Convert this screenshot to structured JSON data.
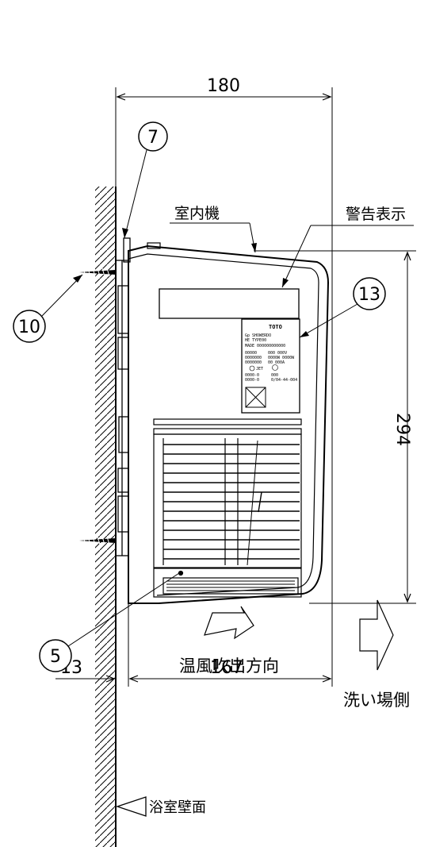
{
  "dimensions": {
    "total_depth": "180",
    "body_depth": "167",
    "wall_offset": "13",
    "height": "294"
  },
  "labels": {
    "indoor_unit": "室内機",
    "warning_label": "警告表示",
    "warm_air_direction": "温風吹出方向",
    "wash_area_side": "洗い場側",
    "bathroom_wall": "浴室壁面"
  },
  "callouts": {
    "c5": "5",
    "c7": "7",
    "c10": "10",
    "c13": "13"
  },
  "nameplate": {
    "brand": "TOTO",
    "line1": "Gp  SHOWERDO",
    "line2": "HE  TYPE00",
    "line3": "MADE 000000000000",
    "row1a": "00000",
    "row1b": "000 000V",
    "row2a": "0000000",
    "row2b": "0000W 0000W",
    "row3a": "0000000",
    "row3b": "00 000A",
    "mark": "JET",
    "row4a": "0000-0",
    "row4b": "000",
    "row5a": "0000-0",
    "row5b": "0/04-44-004"
  }
}
